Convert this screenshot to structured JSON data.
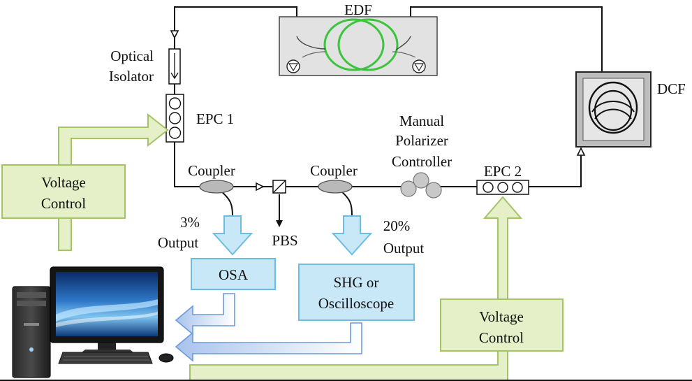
{
  "labels": {
    "edf": "EDF",
    "dcf": "DCF",
    "isolator_line1": "Optical",
    "isolator_line2": "Isolator",
    "epc1": "EPC 1",
    "epc2": "EPC 2",
    "coupler_left": "Coupler",
    "coupler_right": "Coupler",
    "manual_line1": "Manual",
    "manual_line2": "Polarizer",
    "manual_line3": "Controller",
    "pbs": "PBS",
    "out3_line1": "3%",
    "out3_line2": "Output",
    "out20_line1": "20%",
    "out20_line2": "Output"
  },
  "boxes": {
    "voltage_left_line1": "Voltage",
    "voltage_left_line2": "Control",
    "voltage_right_line1": "Voltage",
    "voltage_right_line2": "Control",
    "osa": "OSA",
    "shg_line1": "SHG or",
    "shg_line2": "Oscilloscope"
  },
  "colors": {
    "green_fill": "#e6f0c8",
    "green_stroke": "#a3c465",
    "blue_fill": "#c9e8f7",
    "blue_stroke": "#6cbde0",
    "edf_coil": "#3cc43c",
    "edf_box": "#e2e2e2",
    "dcf_box": "#bdbdbd"
  },
  "icons": {
    "computer": "desktop-computer-icon"
  }
}
